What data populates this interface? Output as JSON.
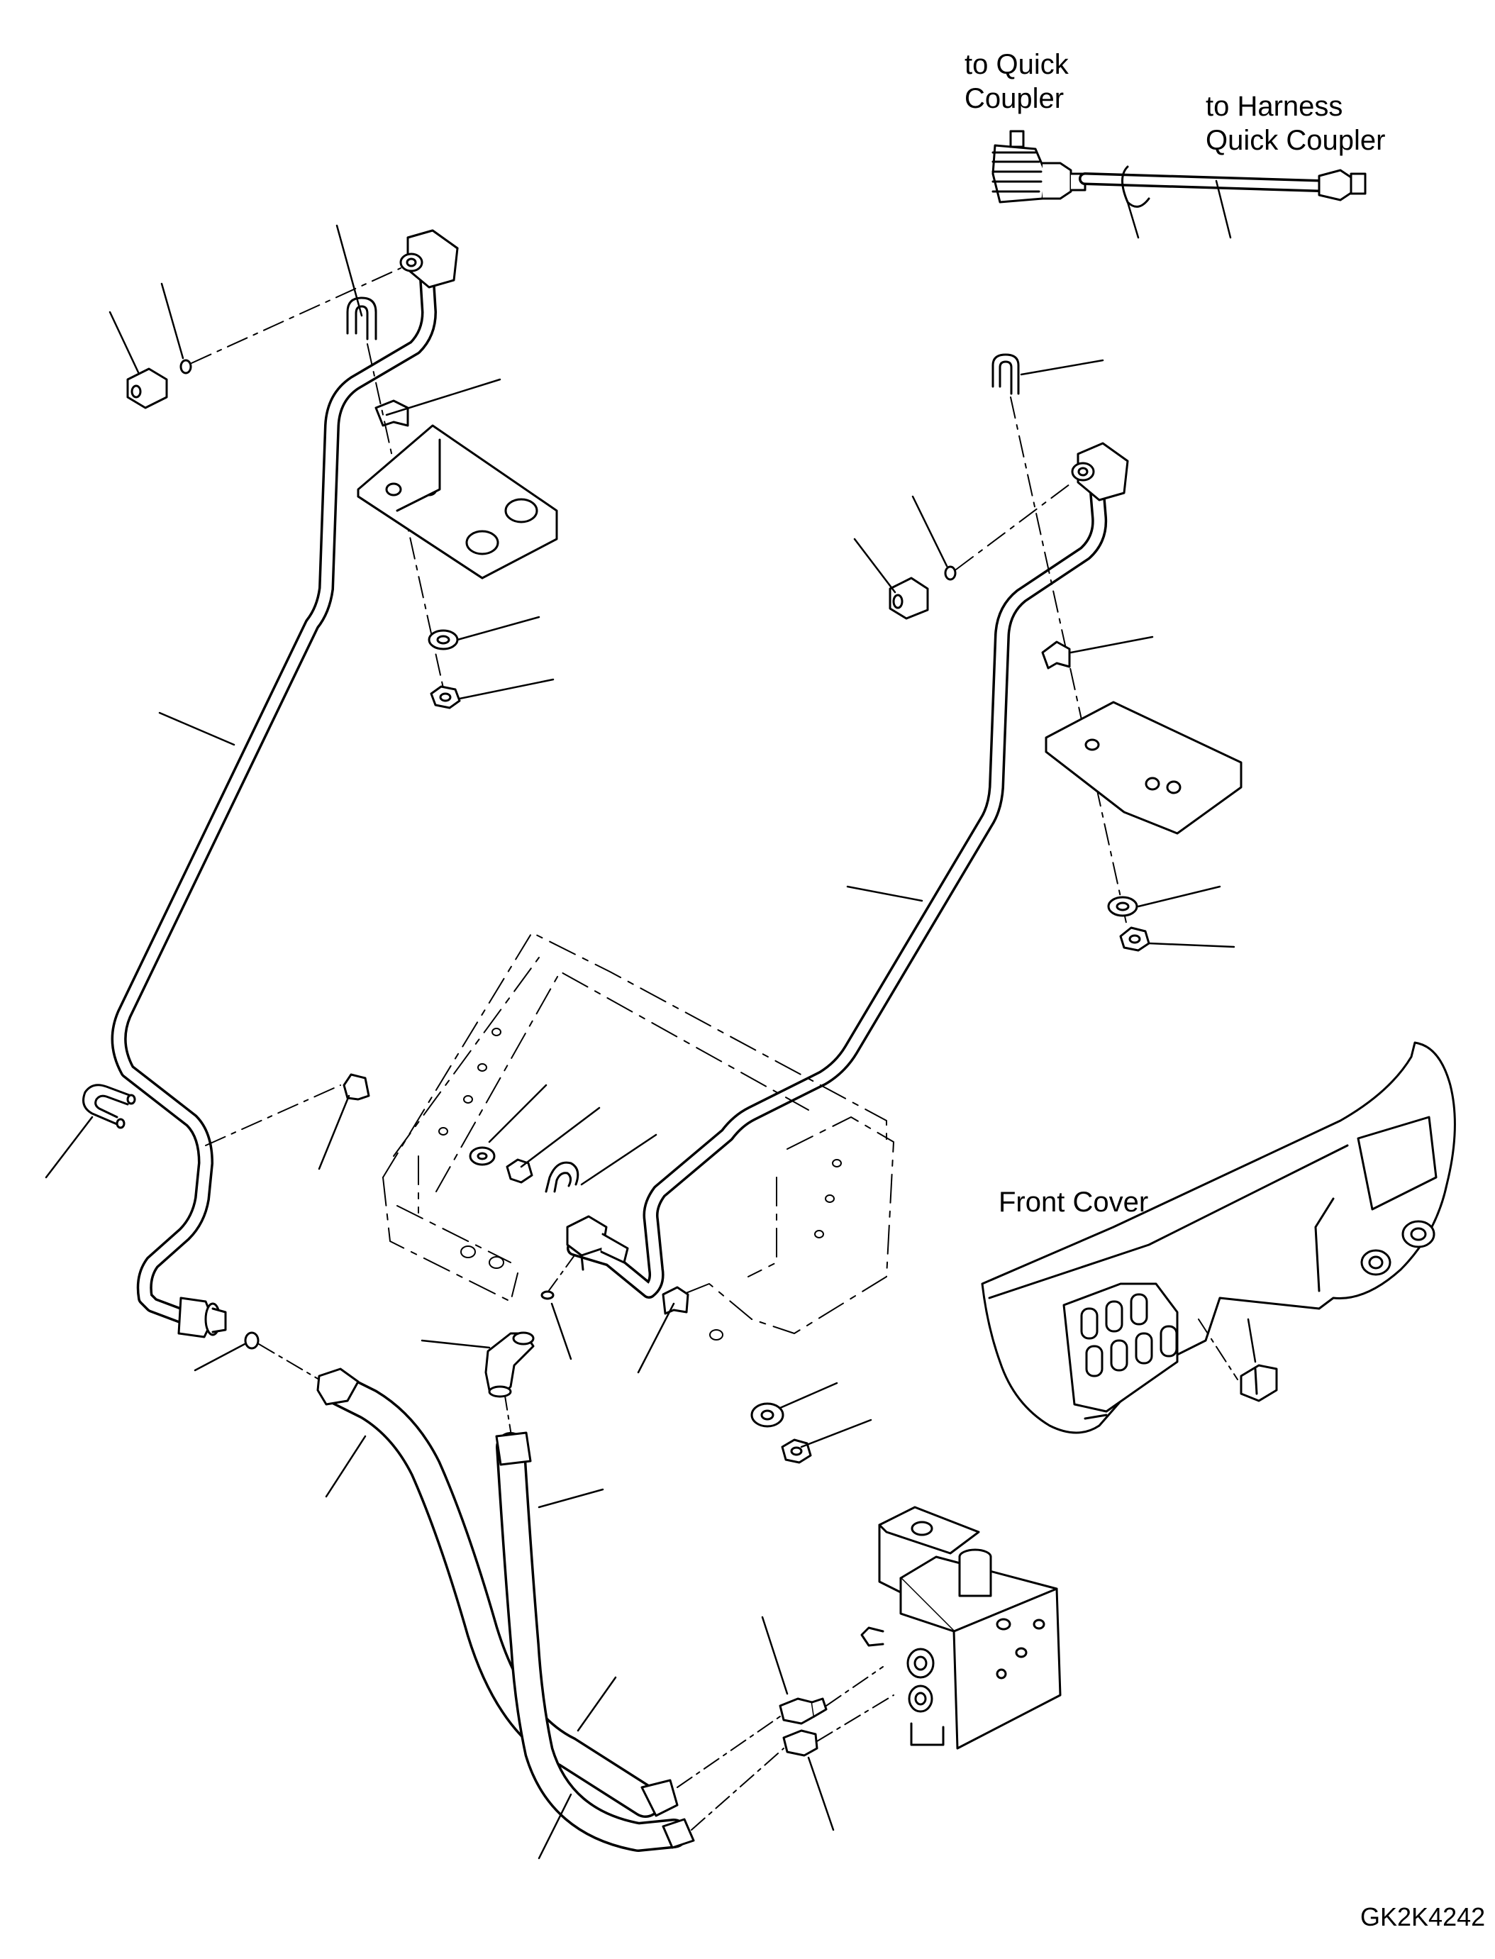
{
  "labels": {
    "to_quick_coupler_line1": "to Quick",
    "to_quick_coupler_line2": "Coupler",
    "to_harness_line1": "to Harness",
    "to_harness_line2": "Quick Coupler",
    "front_cover": "Front Cover",
    "drawing_number": "GK2K4242"
  },
  "colors": {
    "ink": "#000000",
    "paper": "#ffffff"
  }
}
